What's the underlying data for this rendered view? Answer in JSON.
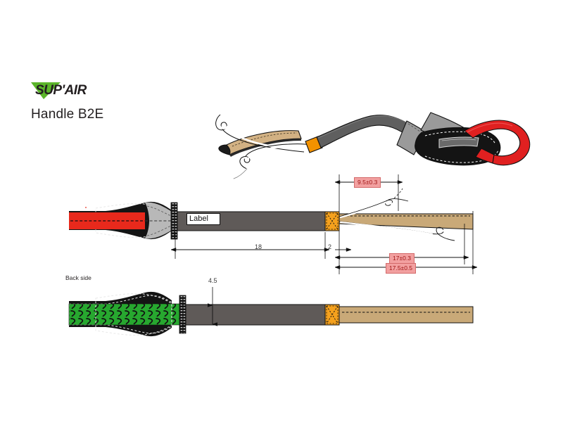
{
  "document": {
    "brand": "SUP'AIR",
    "title": "Handle B2E",
    "logo_icon": "suppair-triangle-logo",
    "background_color": "#ffffff"
  },
  "views": {
    "perspective": {
      "name": "perspective-illustration",
      "colors": {
        "webbing_tan": "#d2b183",
        "strap_gray": "#5f5f5f",
        "strap_gray_light": "#9a9a9a",
        "marker_orange": "#f39200",
        "loop_red": "#e02020",
        "grip_black": "#141414",
        "cord_white": "#ffffff"
      }
    },
    "front": {
      "name": "front-flat-view",
      "label_box_text": "Label",
      "colors": {
        "red": "#e8291c",
        "black": "#141414",
        "gray_flare": "#b8b8b8",
        "strap_dark": "#5f5a58",
        "orange_stitch": "#f5a11d",
        "tan": "#c9a978"
      }
    },
    "back": {
      "name": "back-flat-view",
      "caption": "Back side",
      "colors": {
        "green": "#27a82f",
        "black": "#141414",
        "strap_dark": "#5f5a58",
        "orange_stitch": "#f5a11d",
        "tan": "#c9a978"
      }
    }
  },
  "dimensions": {
    "accent_color": "#a01515",
    "tolerance_fill": "#f2a0a0",
    "items": [
      {
        "id": "dim-9p5",
        "text": "9.5±0.3",
        "style": "tolerance"
      },
      {
        "id": "dim-17",
        "text": "17±0.3",
        "style": "tolerance"
      },
      {
        "id": "dim-17p5",
        "text": "17.5±0.5",
        "style": "tolerance"
      },
      {
        "id": "dim-18",
        "text": "18",
        "style": "plain"
      },
      {
        "id": "dim-2",
        "text": "2",
        "style": "plain"
      },
      {
        "id": "dim-4p5",
        "text": "4.5",
        "style": "plain"
      }
    ]
  }
}
